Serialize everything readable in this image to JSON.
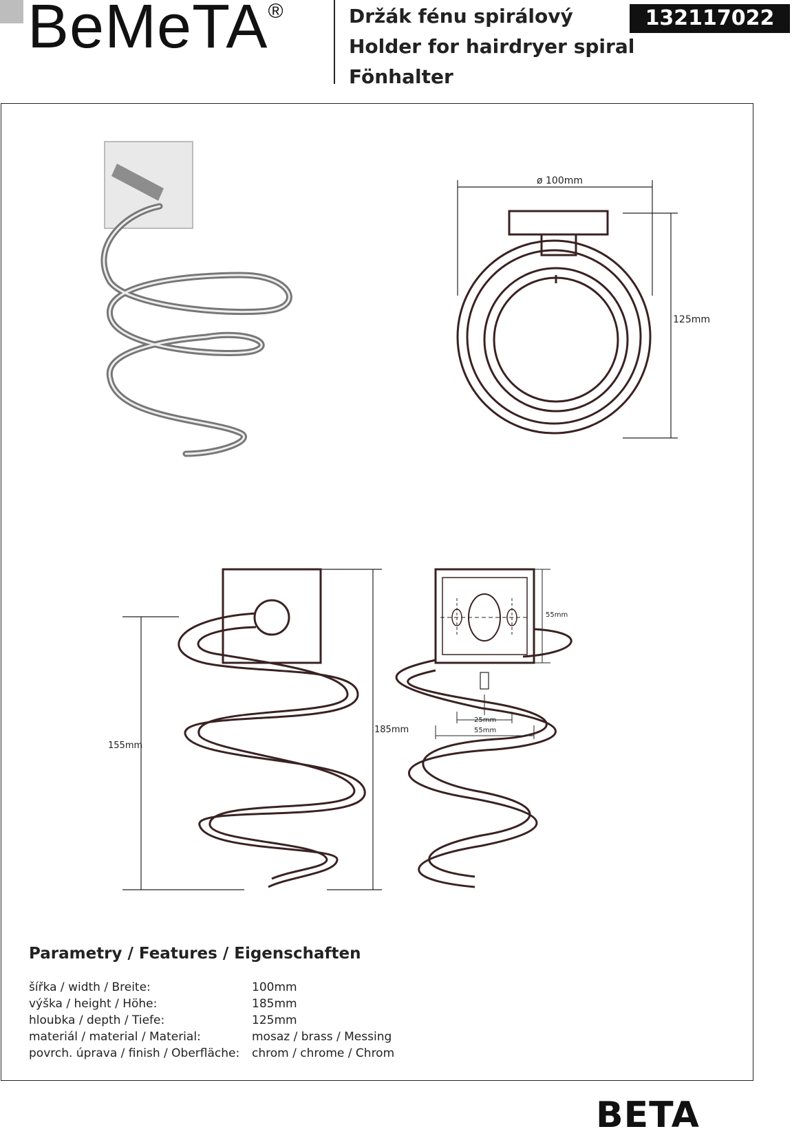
{
  "header": {
    "brand": "BeMeTA",
    "registered": "®",
    "titles": [
      "Držák fénu spirálový",
      "Holder for hairdryer spiral",
      "Fönhalter"
    ],
    "code": "132117022"
  },
  "dimensions": {
    "diameter": "ø 100mm",
    "depth": "125mm",
    "inner_height": "155mm",
    "total_height": "185mm",
    "plate": "55mm",
    "hole_spacing": "25mm",
    "plate_width": "55mm"
  },
  "features": {
    "title": "Parametry / Features / Eigenschaften",
    "rows": [
      {
        "label": "šířka / width / Breite:",
        "value": "100mm"
      },
      {
        "label": "výška / height / Höhe:",
        "value": "185mm"
      },
      {
        "label": "hloubka / depth / Tiefe:",
        "value": "125mm"
      },
      {
        "label": "materiál / material / Material:",
        "value": "mosaz / brass / Messing"
      },
      {
        "label": "povrch. úprava / finish / Oberfläche:",
        "value": "chrom / chrome / Chrom"
      }
    ]
  },
  "footer": {
    "series": "BETA"
  }
}
